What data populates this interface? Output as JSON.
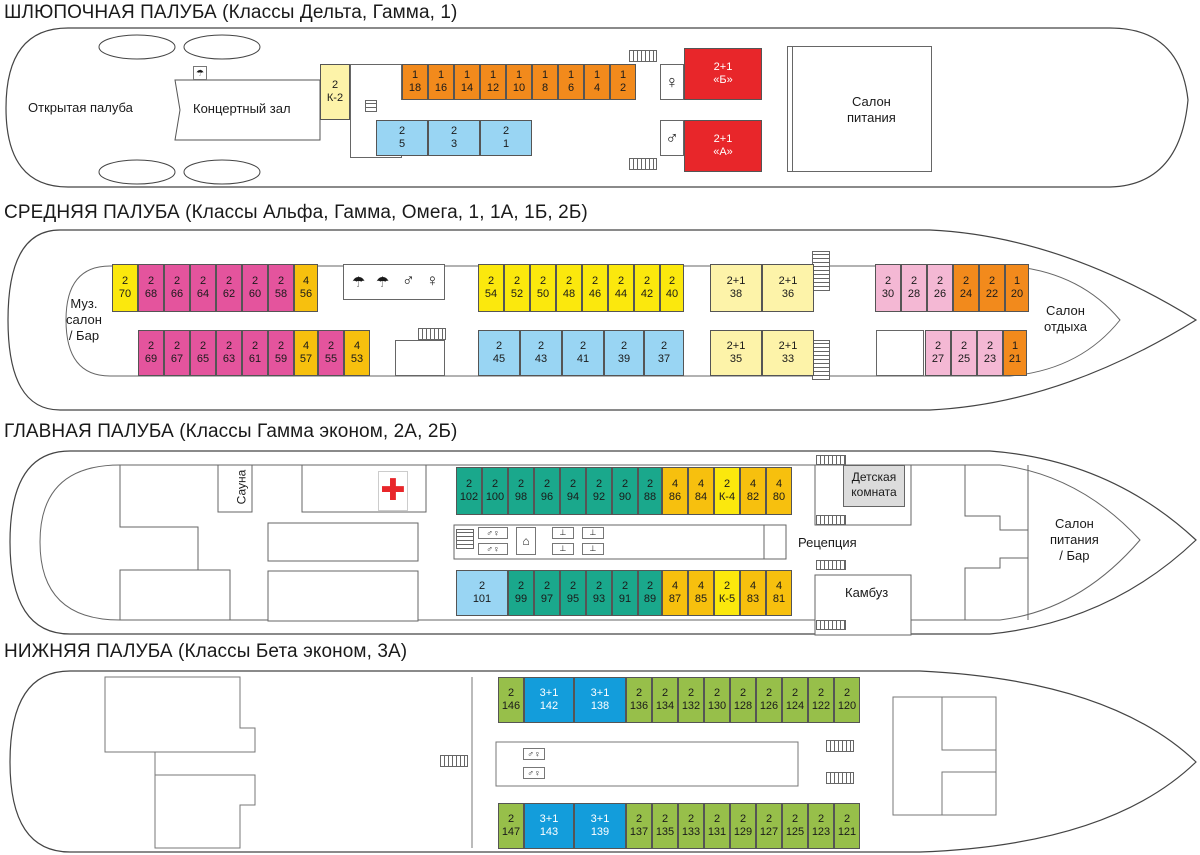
{
  "decks": {
    "boat": {
      "title": "ШЛЮПОЧНАЯ ПАЛУБА (Классы Дельта, Гамма, 1)",
      "labels": {
        "open_deck": "Открытая палуба",
        "concert_hall": "Концертный зал",
        "dining": "Салон\nпитания"
      },
      "cabins": [
        {
          "cls": "2",
          "num": "К-2",
          "color": "#fdf3a9"
        },
        {
          "cls": "1",
          "num": "18",
          "color": "#f28a1c"
        },
        {
          "cls": "1",
          "num": "16",
          "color": "#f28a1c"
        },
        {
          "cls": "1",
          "num": "14",
          "color": "#f28a1c"
        },
        {
          "cls": "1",
          "num": "12",
          "color": "#f28a1c"
        },
        {
          "cls": "1",
          "num": "10",
          "color": "#f28a1c"
        },
        {
          "cls": "1",
          "num": "8",
          "color": "#f28a1c"
        },
        {
          "cls": "1",
          "num": "6",
          "color": "#f28a1c"
        },
        {
          "cls": "1",
          "num": "4",
          "color": "#f28a1c"
        },
        {
          "cls": "1",
          "num": "2",
          "color": "#f28a1c"
        },
        {
          "cls": "2+1",
          "num": "«Б»",
          "color": "#e8262a"
        },
        {
          "cls": "2",
          "num": "5",
          "color": "#99d5f3"
        },
        {
          "cls": "2",
          "num": "3",
          "color": "#99d5f3"
        },
        {
          "cls": "2",
          "num": "1",
          "color": "#99d5f3"
        },
        {
          "cls": "2+1",
          "num": "«А»",
          "color": "#e8262a"
        }
      ]
    },
    "middle": {
      "title": "СРЕДНЯЯ ПАЛУБА (Классы Альфа, Гамма, Омега, 1, 1А, 1Б, 2Б)",
      "labels": {
        "music": "Муз.\nсалон\n/ Бар",
        "rest": "Салон\nотдыха"
      },
      "cabins": [
        {
          "cls": "2",
          "num": "70",
          "color": "#fbe80d"
        },
        {
          "cls": "2",
          "num": "68",
          "color": "#e4549d"
        },
        {
          "cls": "2",
          "num": "66",
          "color": "#e4549d"
        },
        {
          "cls": "2",
          "num": "64",
          "color": "#e4549d"
        },
        {
          "cls": "2",
          "num": "62",
          "color": "#e4549d"
        },
        {
          "cls": "2",
          "num": "60",
          "color": "#e4549d"
        },
        {
          "cls": "2",
          "num": "58",
          "color": "#e4549d"
        },
        {
          "cls": "4",
          "num": "56",
          "color": "#f7c00e"
        },
        {
          "cls": "2",
          "num": "54",
          "color": "#fbe80d"
        },
        {
          "cls": "2",
          "num": "52",
          "color": "#fbe80d"
        },
        {
          "cls": "2",
          "num": "50",
          "color": "#fbe80d"
        },
        {
          "cls": "2",
          "num": "48",
          "color": "#fbe80d"
        },
        {
          "cls": "2",
          "num": "46",
          "color": "#fbe80d"
        },
        {
          "cls": "2",
          "num": "44",
          "color": "#fbe80d"
        },
        {
          "cls": "2",
          "num": "42",
          "color": "#fbe80d"
        },
        {
          "cls": "2",
          "num": "40",
          "color": "#fbe80d"
        },
        {
          "cls": "2+1",
          "num": "38",
          "color": "#fdf3a9"
        },
        {
          "cls": "2+1",
          "num": "36",
          "color": "#fdf3a9"
        },
        {
          "cls": "2",
          "num": "30",
          "color": "#f4b8d4"
        },
        {
          "cls": "2",
          "num": "28",
          "color": "#f4b8d4"
        },
        {
          "cls": "2",
          "num": "26",
          "color": "#f4b8d4"
        },
        {
          "cls": "2",
          "num": "24",
          "color": "#f28a1c"
        },
        {
          "cls": "2",
          "num": "22",
          "color": "#f28a1c"
        },
        {
          "cls": "1",
          "num": "20",
          "color": "#f28a1c"
        },
        {
          "cls": "2",
          "num": "69",
          "color": "#e4549d"
        },
        {
          "cls": "2",
          "num": "67",
          "color": "#e4549d"
        },
        {
          "cls": "2",
          "num": "65",
          "color": "#e4549d"
        },
        {
          "cls": "2",
          "num": "63",
          "color": "#e4549d"
        },
        {
          "cls": "2",
          "num": "61",
          "color": "#e4549d"
        },
        {
          "cls": "2",
          "num": "59",
          "color": "#e4549d"
        },
        {
          "cls": "4",
          "num": "57",
          "color": "#f7c00e"
        },
        {
          "cls": "2",
          "num": "55",
          "color": "#e4549d"
        },
        {
          "cls": "4",
          "num": "53",
          "color": "#f7c00e"
        },
        {
          "cls": "2",
          "num": "45",
          "color": "#99d5f3"
        },
        {
          "cls": "2",
          "num": "43",
          "color": "#99d5f3"
        },
        {
          "cls": "2",
          "num": "41",
          "color": "#99d5f3"
        },
        {
          "cls": "2",
          "num": "39",
          "color": "#99d5f3"
        },
        {
          "cls": "2",
          "num": "37",
          "color": "#99d5f3"
        },
        {
          "cls": "2+1",
          "num": "35",
          "color": "#fdf3a9"
        },
        {
          "cls": "2+1",
          "num": "33",
          "color": "#fdf3a9"
        },
        {
          "cls": "2",
          "num": "27",
          "color": "#f4b8d4"
        },
        {
          "cls": "2",
          "num": "25",
          "color": "#f4b8d4"
        },
        {
          "cls": "2",
          "num": "23",
          "color": "#f4b8d4"
        },
        {
          "cls": "1",
          "num": "21",
          "color": "#f28a1c"
        }
      ]
    },
    "main": {
      "title": "ГЛАВНАЯ ПАЛУБА (Классы Гамма эконом, 2А, 2Б)",
      "labels": {
        "sauna": "Сауна",
        "kids": "Детская\nкомната",
        "reception": "Рецепция",
        "galley": "Камбуз",
        "dining": "Салон\nпитания\n/ Бар"
      },
      "cabins": [
        {
          "cls": "2",
          "num": "102",
          "color": "#1aa88c"
        },
        {
          "cls": "2",
          "num": "100",
          "color": "#1aa88c"
        },
        {
          "cls": "2",
          "num": "98",
          "color": "#1aa88c"
        },
        {
          "cls": "2",
          "num": "96",
          "color": "#1aa88c"
        },
        {
          "cls": "2",
          "num": "94",
          "color": "#1aa88c"
        },
        {
          "cls": "2",
          "num": "92",
          "color": "#1aa88c"
        },
        {
          "cls": "2",
          "num": "90",
          "color": "#1aa88c"
        },
        {
          "cls": "2",
          "num": "88",
          "color": "#1aa88c"
        },
        {
          "cls": "4",
          "num": "86",
          "color": "#f7c00e"
        },
        {
          "cls": "4",
          "num": "84",
          "color": "#f7c00e"
        },
        {
          "cls": "2",
          "num": "К-4",
          "color": "#fbe80d"
        },
        {
          "cls": "4",
          "num": "82",
          "color": "#f7c00e"
        },
        {
          "cls": "4",
          "num": "80",
          "color": "#f7c00e"
        },
        {
          "cls": "2",
          "num": "101",
          "color": "#99d5f3"
        },
        {
          "cls": "2",
          "num": "99",
          "color": "#1aa88c"
        },
        {
          "cls": "2",
          "num": "97",
          "color": "#1aa88c"
        },
        {
          "cls": "2",
          "num": "95",
          "color": "#1aa88c"
        },
        {
          "cls": "2",
          "num": "93",
          "color": "#1aa88c"
        },
        {
          "cls": "2",
          "num": "91",
          "color": "#1aa88c"
        },
        {
          "cls": "2",
          "num": "89",
          "color": "#1aa88c"
        },
        {
          "cls": "4",
          "num": "87",
          "color": "#f7c00e"
        },
        {
          "cls": "4",
          "num": "85",
          "color": "#f7c00e"
        },
        {
          "cls": "2",
          "num": "К-5",
          "color": "#fbe80d"
        },
        {
          "cls": "4",
          "num": "83",
          "color": "#f7c00e"
        },
        {
          "cls": "4",
          "num": "81",
          "color": "#f7c00e"
        }
      ]
    },
    "lower": {
      "title": "НИЖНЯЯ ПАЛУБА (Классы Бета эконом, 3А)",
      "cabins": [
        {
          "cls": "2",
          "num": "146",
          "color": "#97bf4a"
        },
        {
          "cls": "3+1",
          "num": "142",
          "color": "#139ddb"
        },
        {
          "cls": "3+1",
          "num": "138",
          "color": "#139ddb"
        },
        {
          "cls": "2",
          "num": "136",
          "color": "#97bf4a"
        },
        {
          "cls": "2",
          "num": "134",
          "color": "#97bf4a"
        },
        {
          "cls": "2",
          "num": "132",
          "color": "#97bf4a"
        },
        {
          "cls": "2",
          "num": "130",
          "color": "#97bf4a"
        },
        {
          "cls": "2",
          "num": "128",
          "color": "#97bf4a"
        },
        {
          "cls": "2",
          "num": "126",
          "color": "#97bf4a"
        },
        {
          "cls": "2",
          "num": "124",
          "color": "#97bf4a"
        },
        {
          "cls": "2",
          "num": "122",
          "color": "#97bf4a"
        },
        {
          "cls": "2",
          "num": "120",
          "color": "#97bf4a"
        },
        {
          "cls": "2",
          "num": "147",
          "color": "#97bf4a"
        },
        {
          "cls": "3+1",
          "num": "143",
          "color": "#139ddb"
        },
        {
          "cls": "3+1",
          "num": "139",
          "color": "#139ddb"
        },
        {
          "cls": "2",
          "num": "137",
          "color": "#97bf4a"
        },
        {
          "cls": "2",
          "num": "135",
          "color": "#97bf4a"
        },
        {
          "cls": "2",
          "num": "133",
          "color": "#97bf4a"
        },
        {
          "cls": "2",
          "num": "131",
          "color": "#97bf4a"
        },
        {
          "cls": "2",
          "num": "129",
          "color": "#97bf4a"
        },
        {
          "cls": "2",
          "num": "127",
          "color": "#97bf4a"
        },
        {
          "cls": "2",
          "num": "125",
          "color": "#97bf4a"
        },
        {
          "cls": "2",
          "num": "123",
          "color": "#97bf4a"
        },
        {
          "cls": "2",
          "num": "121",
          "color": "#97bf4a"
        }
      ]
    }
  },
  "icons": [
    "shower-icon",
    "male-wc-icon",
    "female-wc-icon",
    "first-aid-icon",
    "iron-icon",
    "washbasin-icon",
    "wc-icon"
  ]
}
